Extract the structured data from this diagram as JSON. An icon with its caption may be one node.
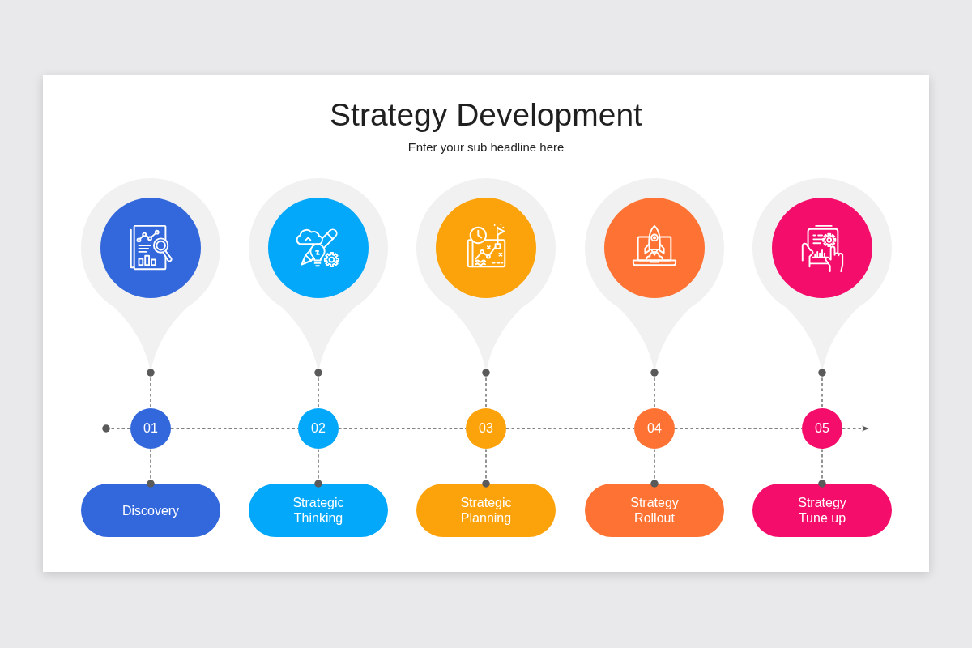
{
  "diagram": {
    "title": "Strategy Development",
    "nodes": [
      {
        "text": [],
        "shape": "picture"
      },
      {
        "text": [],
        "shape": "picture"
      },
      {
        "text": [],
        "shape": "picture"
      },
      {
        "text": [],
        "shape": "picture"
      },
      {
        "text": [],
        "shape": "picture"
      },
      {
        "text": [
          "01"
        ]
      },
      {
        "text": [
          "02"
        ]
      },
      {
        "text": [
          "03"
        ]
      },
      {
        "text": [
          "04"
        ]
      },
      {
        "text": [
          "05"
        ]
      },
      {
        "text": [
          "Discovery"
        ]
      },
      {
        "text": [
          "Strategic Thinking"
        ]
      },
      {
        "text": [
          "Strategic Planning"
        ]
      },
      {
        "text": [
          "Strategy Rollout"
        ]
      },
      {
        "text": [
          "Strategy Tune up"
        ]
      }
    ],
    "edges": [
      {
        "from": 0,
        "to": 5,
        "arrow": "other",
        "style": "dashed"
      },
      {
        "from": 1,
        "to": 6,
        "arrow": "other",
        "style": "dashed"
      },
      {
        "from": 2,
        "to": 7,
        "arrow": "other",
        "style": "dashed"
      },
      {
        "from": 3,
        "to": 8,
        "arrow": "other",
        "style": "dashed"
      },
      {
        "from": 4,
        "to": 9,
        "arrow": "other",
        "style": "dashed"
      },
      {
        "from": 10,
        "to": 5,
        "arrow": "other",
        "style": "dashed"
      },
      {
        "from": 11,
        "to": 6,
        "arrow": "other",
        "style": "dashed"
      },
      {
        "from": 12,
        "to": 7,
        "arrow": "other",
        "style": "dashed"
      },
      {
        "from": 13,
        "to": 8,
        "arrow": "other",
        "style": "dashed"
      },
      {
        "from": 14,
        "to": 9,
        "arrow": "other",
        "style": "dashed"
      },
      {
        "from": null,
        "to": 5,
        "arrow": "other",
        "style": "dashed"
      },
      {
        "from": 5,
        "to": 6,
        "arrow": "none",
        "style": "dashed"
      },
      {
        "from": 6,
        "to": 7,
        "arrow": "none",
        "style": "dashed"
      },
      {
        "from": 7,
        "to": 8,
        "arrow": "none",
        "style": "dashed"
      },
      {
        "from": 8,
        "to": 9,
        "arrow": "none",
        "style": "dashed"
      },
      {
        "from": 9,
        "to": null,
        "arrow": "to",
        "style": "dashed"
      }
    ],
    "labels": [
      "Enter your sub headline here"
    ]
  }
}
